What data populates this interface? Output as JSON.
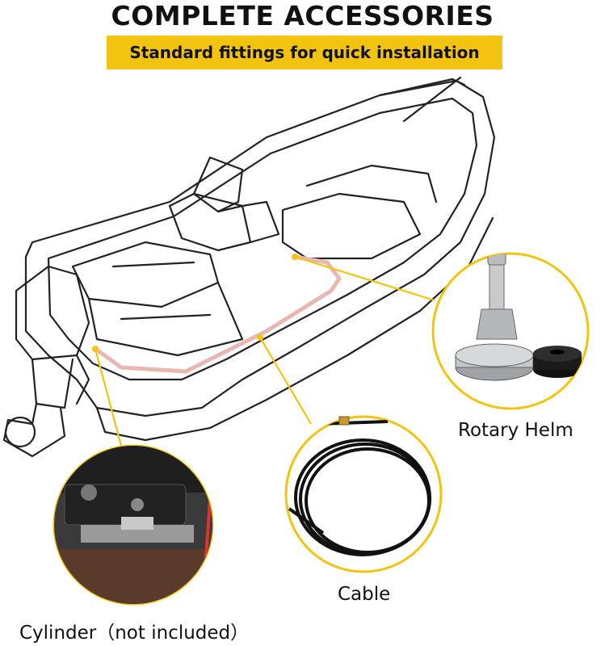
{
  "header": {
    "title": "COMPLETE ACCESSORIES",
    "subtitle": "Standard fittings for quick installation"
  },
  "callouts": {
    "rotary_helm": "Rotary Helm",
    "cable": "Cable",
    "cylinder": "Cylinder（not included）"
  },
  "colors": {
    "banner": "#f3c40f",
    "leader_line": "#f3c40f",
    "cable_route": "#e8b7b0",
    "ring": "#f3c40f"
  }
}
